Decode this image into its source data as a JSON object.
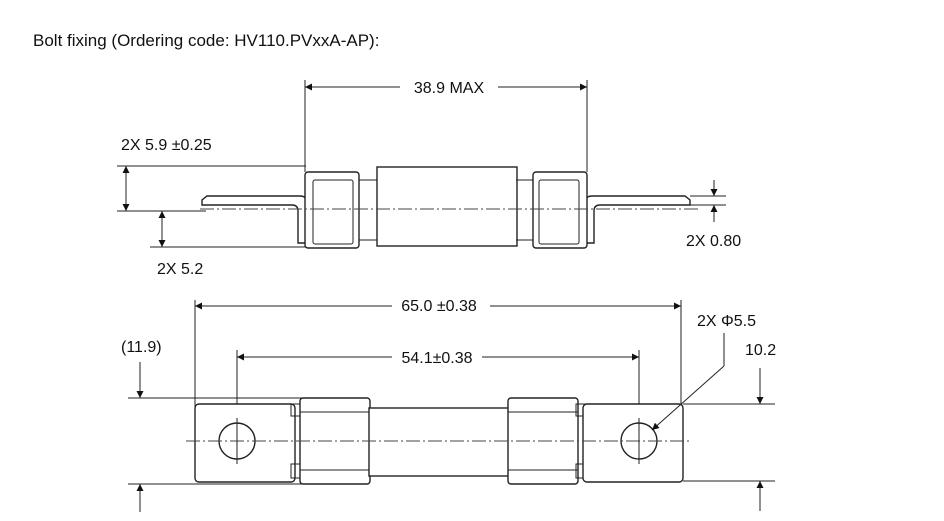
{
  "title": "Bolt fixing (Ordering code: HV110.PVxxA-AP):",
  "dimensions": {
    "overall_max": "38.9 MAX",
    "tab_width": "2X 5.9 ±0.25",
    "tab_offset": "2X 5.2",
    "tab_thickness": "2X 0.80",
    "total_length": "65.0 ±0.38",
    "hole_spacing": "54.1±0.38",
    "hole_diameter": "2X Φ5.5",
    "tab_height": "10.2",
    "height_ref": "(11.9)"
  },
  "colors": {
    "line": "#222222",
    "background": "#ffffff"
  }
}
